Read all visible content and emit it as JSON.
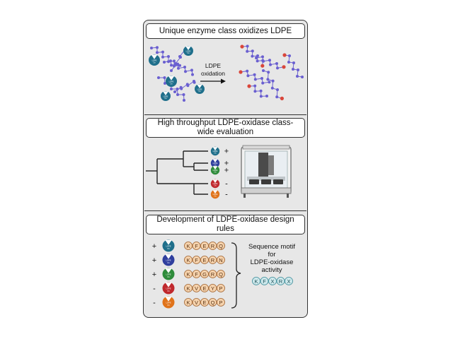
{
  "panel1": {
    "title": "Unique enzyme class oxidizes LDPE",
    "arrow_label_line1": "LDPE",
    "arrow_label_line2": "oxidation",
    "enzyme_label_line1": "LDPE",
    "enzyme_label_line2": "Ox"
  },
  "panel2": {
    "title": "High throughput LDPE-oxidase class-wide evaluation",
    "enzymes": [
      {
        "color": "#1f6f8b",
        "sign": "+"
      },
      {
        "color": "#2f3f9e",
        "sign": "+"
      },
      {
        "color": "#2e8b3a",
        "sign": "+"
      },
      {
        "color": "#c0282d",
        "sign": "-"
      },
      {
        "color": "#e0731a",
        "sign": "-"
      }
    ]
  },
  "panel3": {
    "title": "Development of LDPE-oxidase design rules",
    "rows": [
      {
        "sign": "+",
        "color": "#1f6f8b",
        "motif": [
          "K",
          "F",
          "E",
          "R",
          "Q"
        ]
      },
      {
        "sign": "+",
        "color": "#2f3f9e",
        "motif": [
          "K",
          "F",
          "E",
          "R",
          "N"
        ]
      },
      {
        "sign": "+",
        "color": "#2e8b3a",
        "motif": [
          "K",
          "F",
          "G",
          "R",
          "Q"
        ]
      },
      {
        "sign": "-",
        "color": "#c0282d",
        "motif": [
          "K",
          "V",
          "E",
          "Y",
          "P"
        ]
      },
      {
        "sign": "-",
        "color": "#e0731a",
        "motif": [
          "K",
          "V",
          "E",
          "Q",
          "P"
        ]
      }
    ],
    "consensus_caption": "Sequence motif for LDPE-oxidase activity",
    "consensus_motif": [
      "K",
      "F",
      "X",
      "R",
      "X"
    ],
    "colors": {
      "residue_fill": "#f6d3ad",
      "residue_stroke": "#a0622d",
      "consensus_fill": "#cfe9ec",
      "consensus_stroke": "#3b8b98",
      "polymer": "#6a5fd0",
      "oxidized_site": "#d9463a"
    }
  }
}
